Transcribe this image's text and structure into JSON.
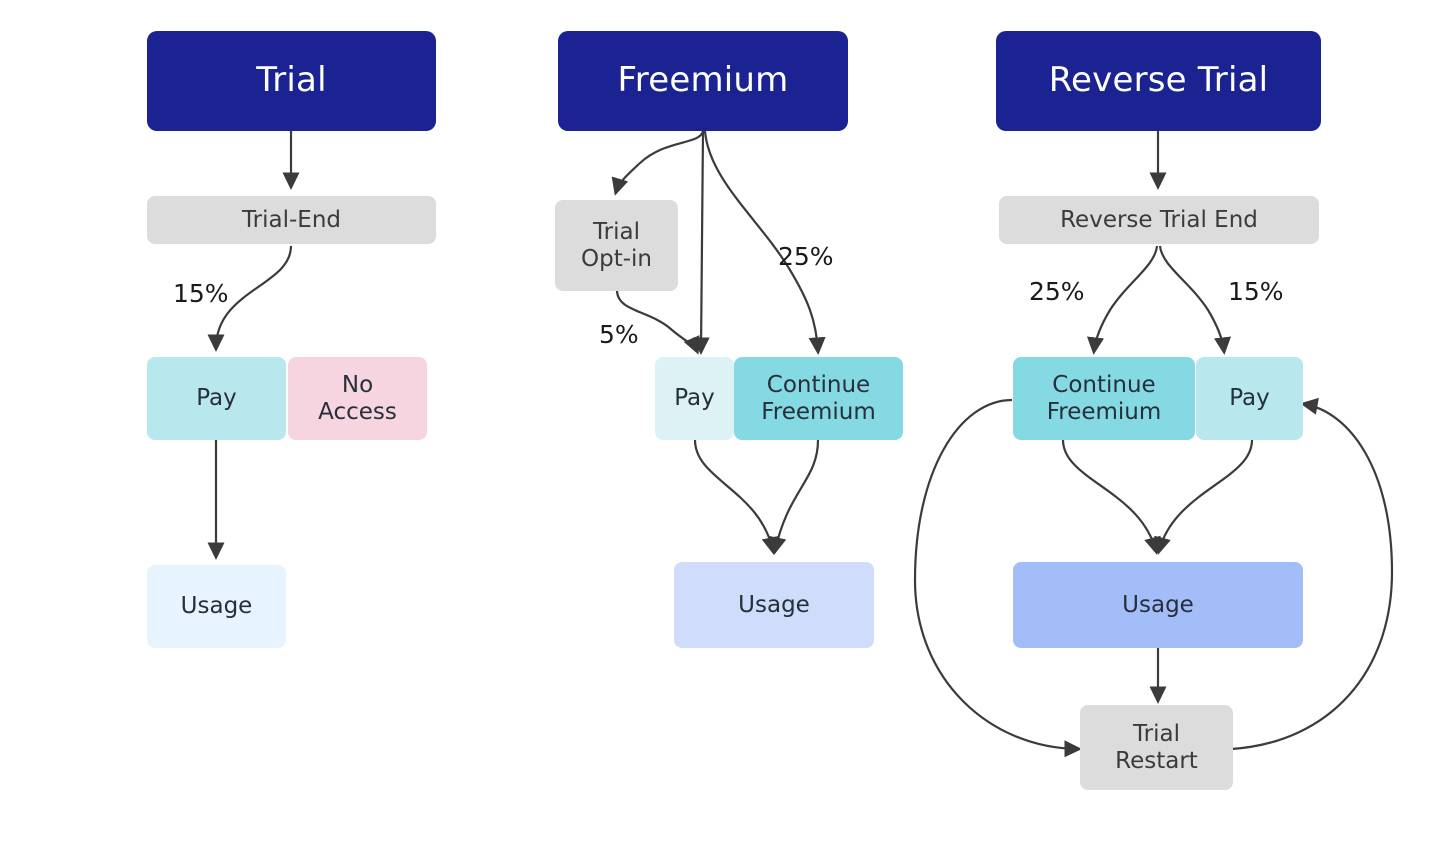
{
  "diagram": {
    "title": "Trial vs Freemium vs Reverse Trial monetization flows",
    "background": "#ffffff",
    "palette": {
      "header_navy": "#1a2391",
      "stage_gray": "#dcdcdc",
      "cyan_light": "#dcf2f5",
      "cyan_mid": "#b8e8ee",
      "cyan_dark": "#84d9e2",
      "pink": "#f7d5e0",
      "usage_pale": "#e8f4fd",
      "usage_light": "#cfdcfb",
      "usage_strong": "#a2bdf7",
      "arrow": "#3b3b3b",
      "text_dark": "#27303a",
      "text_white": "#ffffff"
    },
    "columns": [
      {
        "id": "trial",
        "header": "Trial",
        "nodes": [
          {
            "id": "trial-end",
            "label": "Trial-End"
          },
          {
            "id": "trial-pay",
            "label": "Pay"
          },
          {
            "id": "trial-no-access",
            "label": "No\nAccess"
          },
          {
            "id": "trial-usage",
            "label": "Usage"
          }
        ],
        "edge_labels": [
          "15%"
        ]
      },
      {
        "id": "freemium",
        "header": "Freemium",
        "nodes": [
          {
            "id": "freemium-trial-optin",
            "label": "Trial\nOpt-in"
          },
          {
            "id": "freemium-pay",
            "label": "Pay"
          },
          {
            "id": "freemium-continue",
            "label": "Continue\nFreemium"
          },
          {
            "id": "freemium-usage",
            "label": "Usage"
          }
        ],
        "edge_labels": [
          "25%",
          "5%"
        ]
      },
      {
        "id": "reverse-trial",
        "header": "Reverse Trial",
        "nodes": [
          {
            "id": "rt-end",
            "label": "Reverse Trial End"
          },
          {
            "id": "rt-continue",
            "label": "Continue\nFreemium"
          },
          {
            "id": "rt-pay",
            "label": "Pay"
          },
          {
            "id": "rt-usage",
            "label": "Usage"
          },
          {
            "id": "rt-restart",
            "label": "Trial\nRestart"
          }
        ],
        "edge_labels": [
          "25%",
          "15%"
        ]
      }
    ],
    "labels": {
      "trial_header": "Trial",
      "trial_end": "Trial-End",
      "trial_pct_15": "15%",
      "trial_pay": "Pay",
      "trial_no_access": "No\nAccess",
      "trial_usage": "Usage",
      "freemium_header": "Freemium",
      "freemium_trial_optin": "Trial\nOpt-in",
      "freemium_pct_25": "25%",
      "freemium_pct_5": "5%",
      "freemium_pay": "Pay",
      "freemium_continue": "Continue\nFreemium",
      "freemium_usage": "Usage",
      "rt_header": "Reverse Trial",
      "rt_end": "Reverse Trial End",
      "rt_pct_25": "25%",
      "rt_pct_15": "15%",
      "rt_continue": "Continue\nFreemium",
      "rt_pay": "Pay",
      "rt_usage": "Usage",
      "rt_restart": "Trial\nRestart"
    }
  }
}
